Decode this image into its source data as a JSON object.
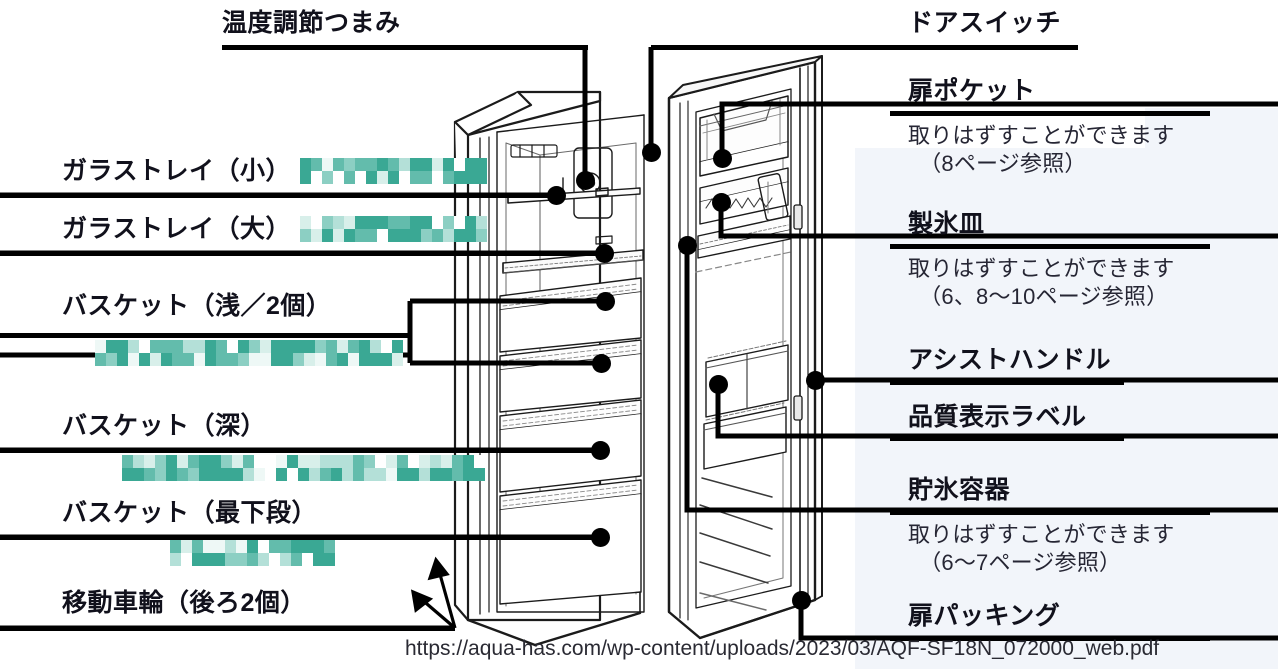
{
  "page": {
    "background": "#ffffff",
    "tint_color": "#f2f5fa",
    "ink": "#11111c",
    "mosaic_colors": [
      "#3aa894",
      "#63bcac",
      "#8ccfc3",
      "#b4e0d8",
      "#d8efea",
      "#eef8f6",
      "#ffffff"
    ]
  },
  "source_url": "https://aqua-has.com/wp-content/uploads/2023/03/AQF-SF18N_072000_web.pdf",
  "top_labels": [
    {
      "id": "temp-knob",
      "text": "温度調節つまみ"
    },
    {
      "id": "door-switch",
      "text": "ドアスイッチ"
    }
  ],
  "left_labels": [
    {
      "id": "glass-tray-small",
      "text": "ガラストレイ（小）",
      "redacted": true
    },
    {
      "id": "glass-tray-large",
      "text": "ガラストレイ（大）",
      "redacted": true
    },
    {
      "id": "basket-shallow",
      "text": "バスケット（浅／2個）",
      "redacted": true
    },
    {
      "id": "basket-deep",
      "text": "バスケット（深）",
      "redacted": true
    },
    {
      "id": "basket-bottom",
      "text": "バスケット（最下段）",
      "redacted": true
    },
    {
      "id": "caster-wheels",
      "text": "移動車輪（後ろ2個）",
      "redacted": false
    }
  ],
  "right_labels": [
    {
      "id": "door-pocket",
      "text": "扉ポケット",
      "note": "取りはずすことができます\n　（8ページ参照）"
    },
    {
      "id": "ice-tray",
      "text": "製氷皿",
      "note": "取りはずすことができます\n　（6、8〜10ページ参照）"
    },
    {
      "id": "assist-handle",
      "text": "アシストハンドル",
      "note": ""
    },
    {
      "id": "quality-label",
      "text": "品質表示ラベル",
      "note": ""
    },
    {
      "id": "ice-container",
      "text": "貯氷容器",
      "note": "取りはずすことができます\n　（6〜7ページ参照）"
    },
    {
      "id": "door-packing",
      "text": "扉パッキング",
      "note": ""
    }
  ],
  "illustration": {
    "name": "upright-freezer-cutaway",
    "description": "線画：扉を開いた縦型冷凍庫。棚・バスケット・扉ポケット・製氷皿などに引き出し線と黒丸"
  }
}
